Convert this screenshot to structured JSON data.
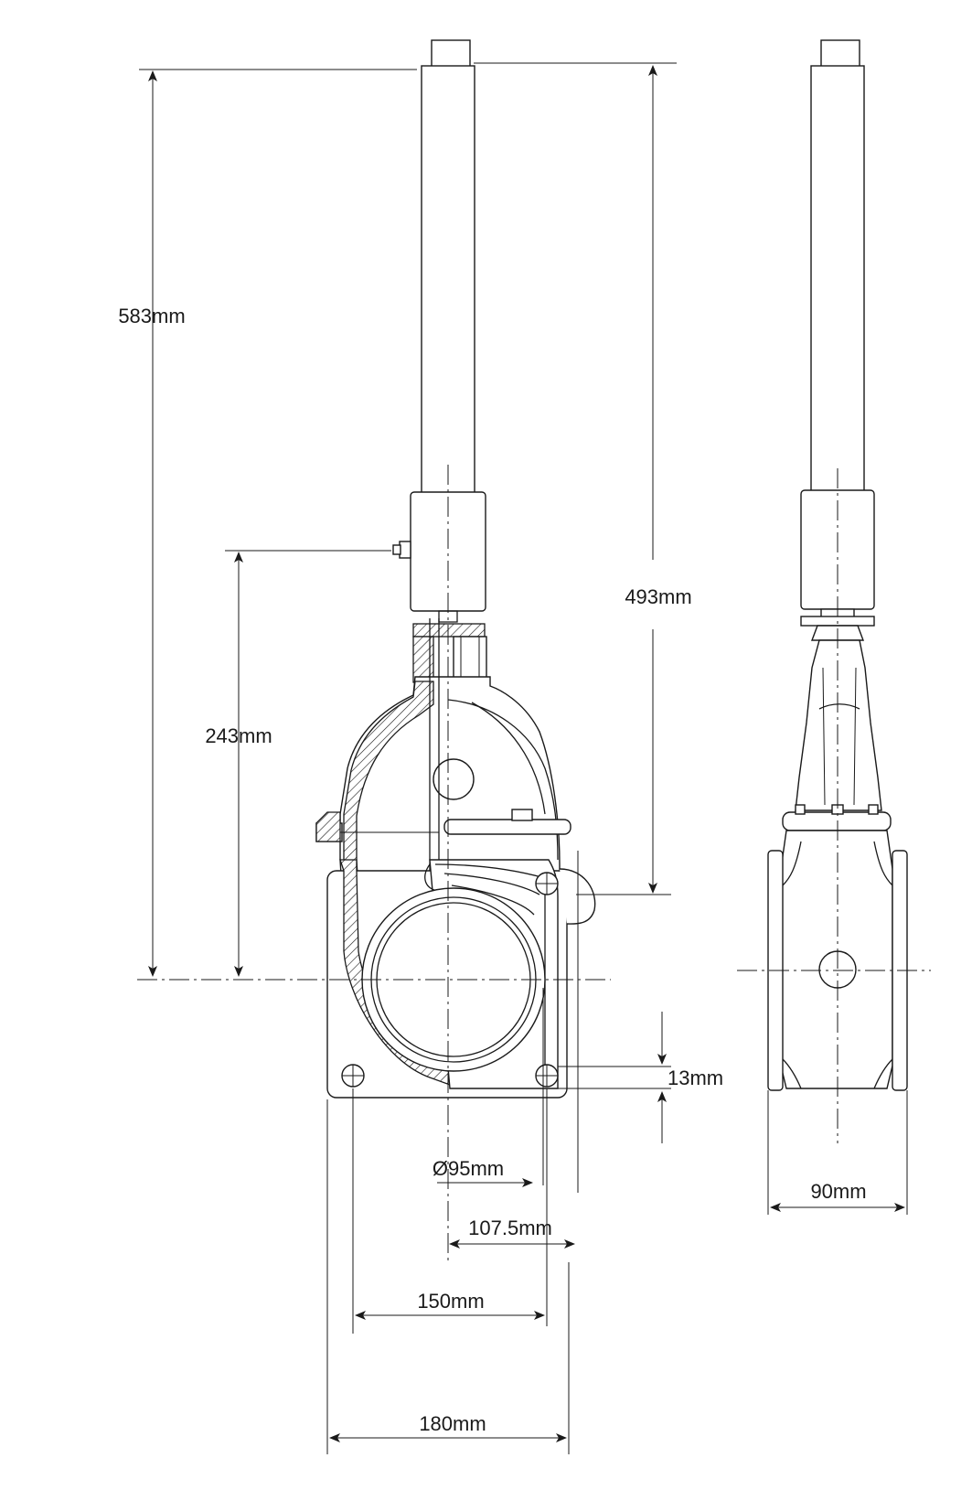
{
  "dimensions": {
    "overall_height": "583mm",
    "cap_to_outlet": "493mm",
    "center_to_pin": "243mm",
    "flange_offset": "13mm",
    "bore_diameter": "Ø95mm",
    "half_width": "107.5mm",
    "bolt_centres": "150mm",
    "flange_width": "180mm",
    "face_to_face": "90mm"
  },
  "colors": {
    "line": "#1a1a1a",
    "background": "#ffffff"
  }
}
